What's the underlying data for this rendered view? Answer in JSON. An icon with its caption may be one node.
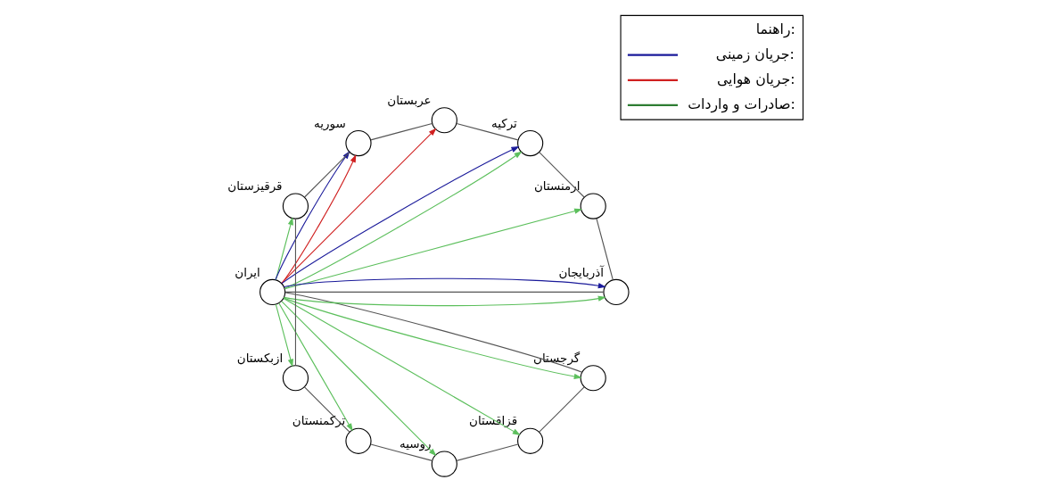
{
  "diagram": {
    "nodes": [
      {
        "text": [],
        "shape": "circle",
        "beside": [
          "ایران"
        ]
      },
      {
        "text": [],
        "shape": "circle",
        "beside": [
          "گرجستان"
        ]
      },
      {
        "text": [],
        "shape": "circle",
        "beside": [
          "قزاقستان"
        ]
      },
      {
        "text": [],
        "shape": "circle",
        "beside": [
          "روسیه"
        ]
      },
      {
        "text": [],
        "shape": "circle",
        "beside": [
          "ترکمنستان"
        ]
      },
      {
        "text": [],
        "shape": "circle",
        "beside": [
          "ازبکستان"
        ]
      },
      {
        "text": [],
        "shape": "circle",
        "beside": [
          "قرقیزستان"
        ]
      },
      {
        "text": [],
        "shape": "circle",
        "beside": [
          "سوریه"
        ]
      },
      {
        "text": [],
        "shape": "circle",
        "beside": [
          "عربستان"
        ]
      },
      {
        "text": [],
        "shape": "circle",
        "beside": [
          "ترکیه"
        ]
      },
      {
        "text": [],
        "shape": "circle",
        "beside": [
          "ارمنستان"
        ]
      },
      {
        "text": [],
        "shape": "circle",
        "beside": [
          "آذربایجان"
        ]
      }
    ],
    "edges": [
      {
        "from": 0,
        "to": 1,
        "arrow": "none",
        "color": "#555555"
      },
      {
        "from": 1,
        "to": 2,
        "arrow": "none",
        "color": "#555555"
      },
      {
        "from": 2,
        "to": 3,
        "arrow": "none",
        "color": "#555555"
      },
      {
        "from": 3,
        "to": 4,
        "arrow": "none",
        "color": "#555555"
      },
      {
        "from": 4,
        "to": 5,
        "arrow": "none",
        "color": "#555555"
      },
      {
        "from": 5,
        "to": 6,
        "arrow": "none",
        "color": "#555555"
      },
      {
        "from": 6,
        "to": 7,
        "arrow": "none",
        "color": "#555555"
      },
      {
        "from": 7,
        "to": 8,
        "arrow": "none",
        "color": "#555555"
      },
      {
        "from": 8,
        "to": 9,
        "arrow": "none",
        "color": "#555555"
      },
      {
        "from": 9,
        "to": 10,
        "arrow": "none",
        "color": "#555555"
      },
      {
        "from": 10,
        "to": 11,
        "arrow": "none",
        "color": "#555555"
      },
      {
        "from": 11,
        "to": 0,
        "arrow": "none",
        "color": "#555555"
      },
      {
        "from": 0,
        "to": 11,
        "arrow": "to",
        "color": "#1a1a9a"
      },
      {
        "from": 0,
        "to": 9,
        "arrow": "to",
        "color": "#1a1a9a"
      },
      {
        "from": 0,
        "to": 7,
        "arrow": "to",
        "color": "#1a1a9a"
      },
      {
        "from": 0,
        "to": 8,
        "arrow": "to",
        "color": "#d02020"
      },
      {
        "from": 0,
        "to": 7,
        "arrow": "to",
        "color": "#d02020"
      },
      {
        "from": 0,
        "to": 11,
        "arrow": "to",
        "color": "#5cbf5c"
      },
      {
        "from": 0,
        "to": 10,
        "arrow": "to",
        "color": "#5cbf5c"
      },
      {
        "from": 0,
        "to": 9,
        "arrow": "to",
        "color": "#5cbf5c"
      },
      {
        "from": 0,
        "to": 1,
        "arrow": "to",
        "color": "#5cbf5c"
      },
      {
        "from": 0,
        "to": 2,
        "arrow": "to",
        "color": "#5cbf5c"
      },
      {
        "from": 0,
        "to": 3,
        "arrow": "to",
        "color": "#5cbf5c"
      },
      {
        "from": 0,
        "to": 4,
        "arrow": "to",
        "color": "#5cbf5c"
      },
      {
        "from": 0,
        "to": 5,
        "arrow": "to",
        "color": "#5cbf5c"
      },
      {
        "from": 0,
        "to": 6,
        "arrow": "to",
        "color": "#5cbf5c"
      }
    ],
    "labels": [
      "راهنما:"
    ],
    "legend": [
      {
        "text": "جریان زمینی:",
        "color": "#1a1a9a"
      },
      {
        "text": "جریان هوایی:",
        "color": "#d02020"
      },
      {
        "text": "صادرات و واردات:",
        "color": "#2e7d32"
      }
    ]
  }
}
